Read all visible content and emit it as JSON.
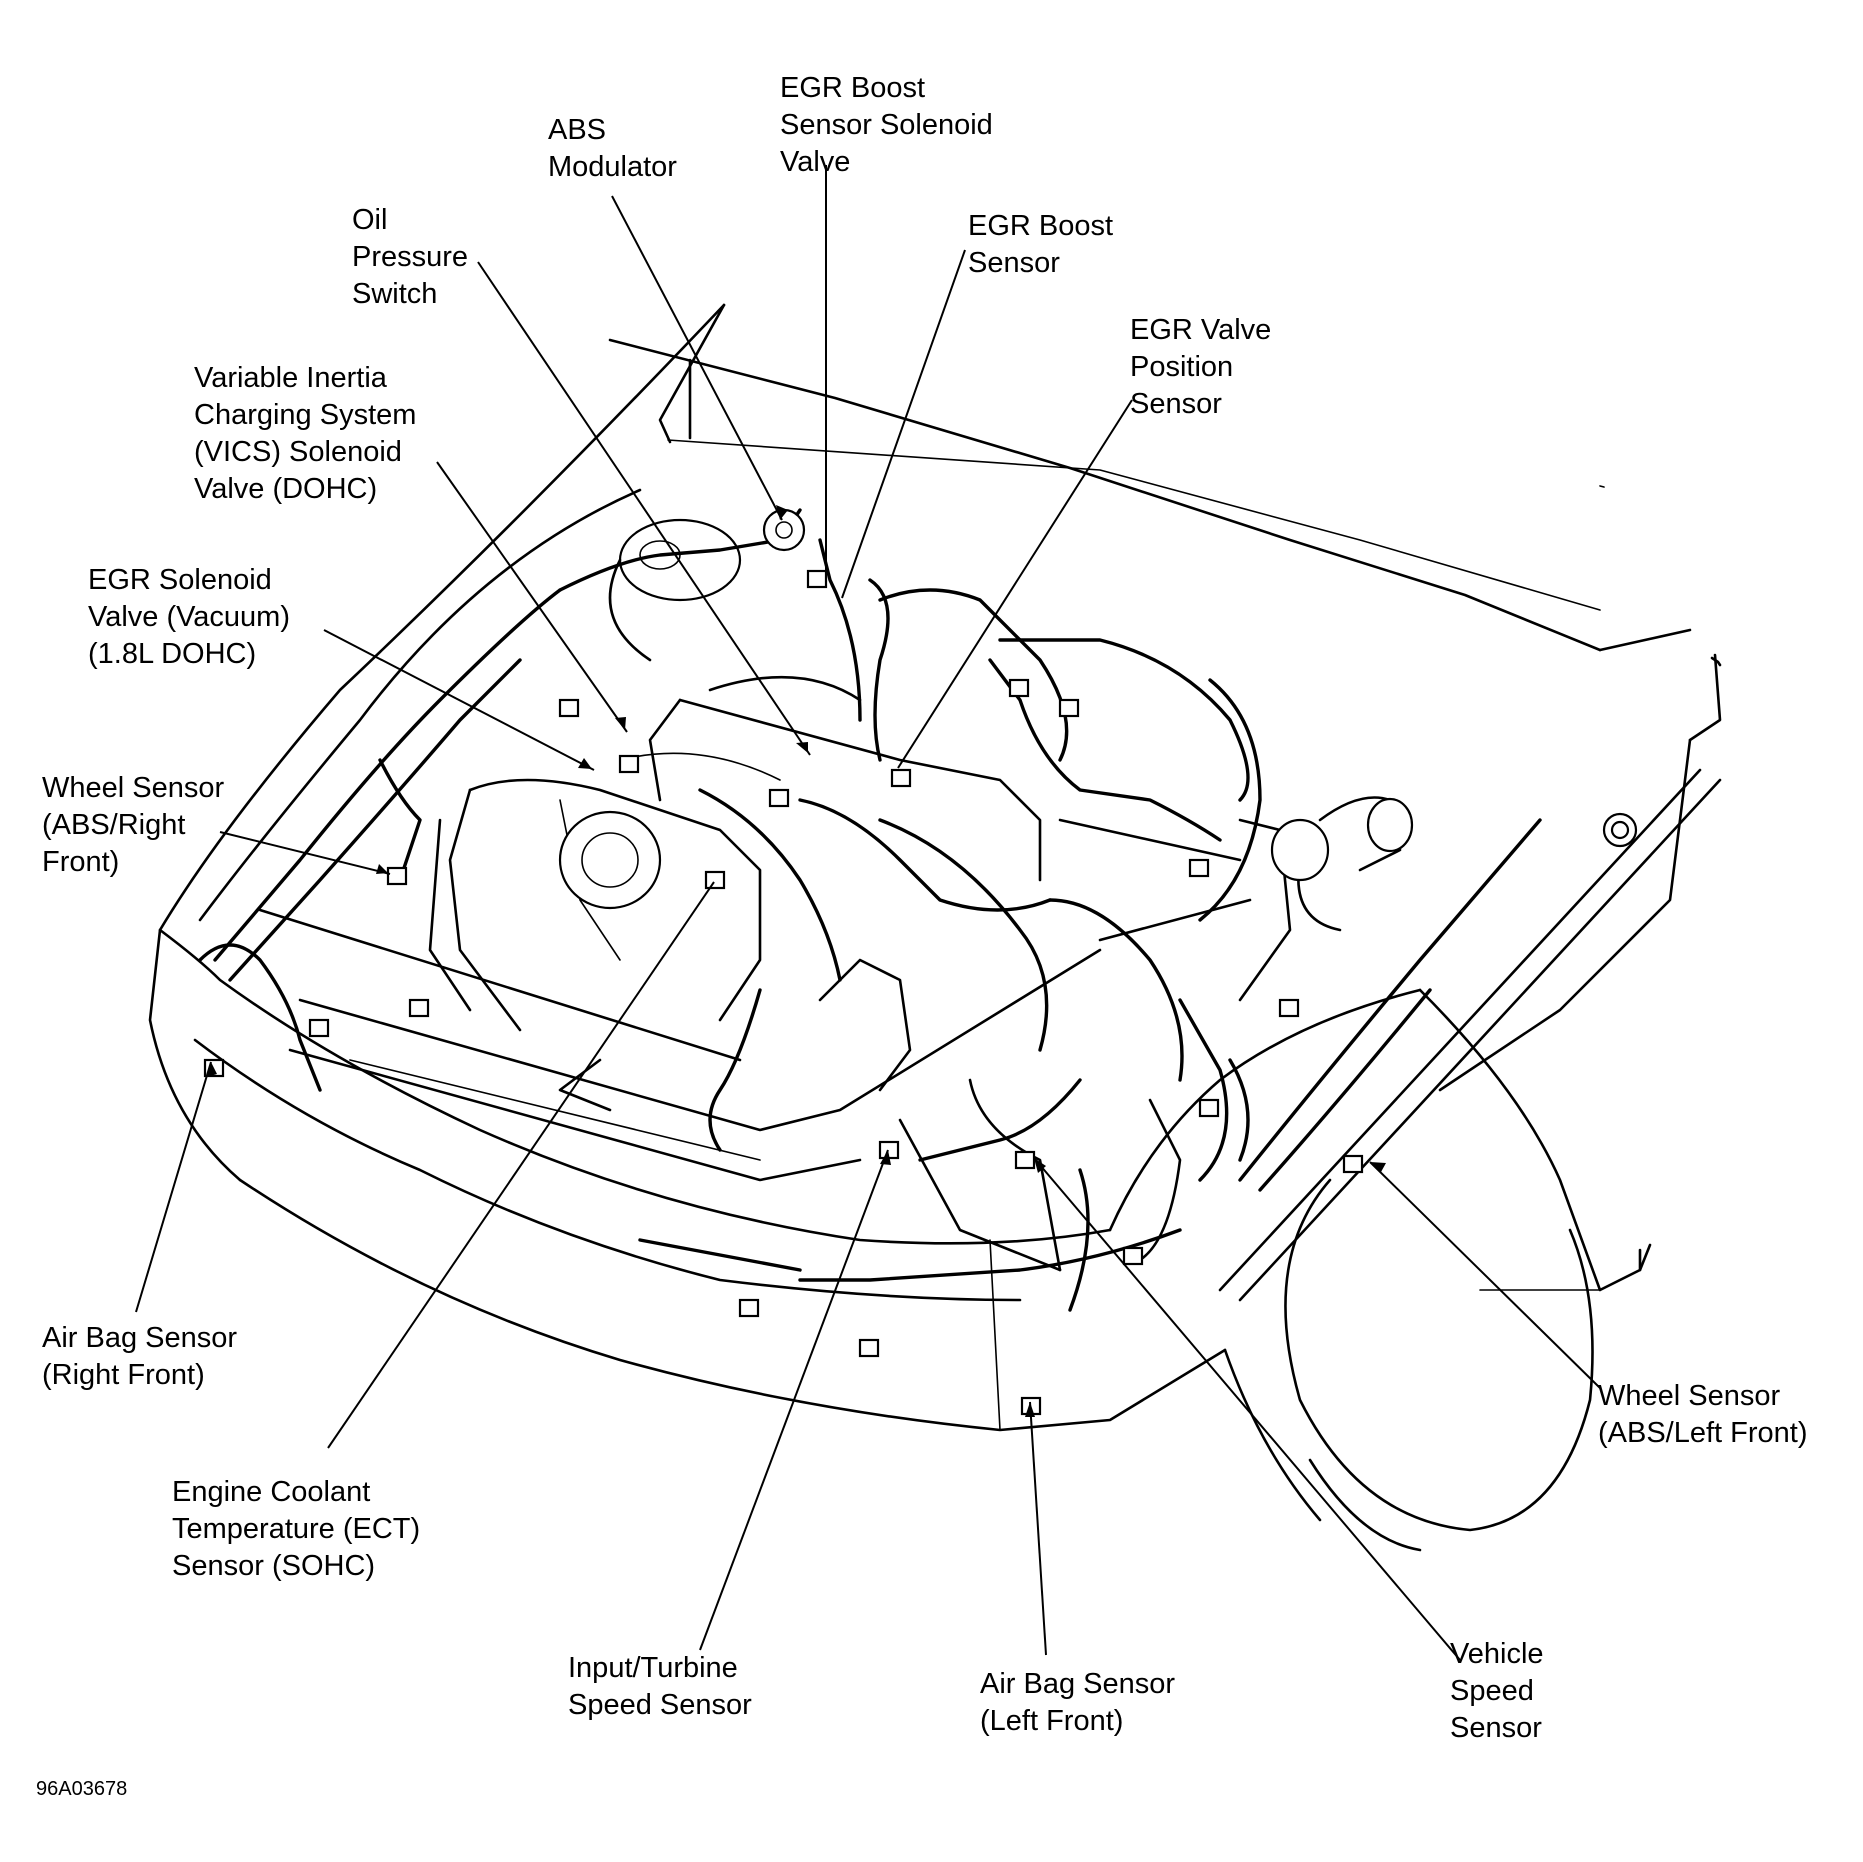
{
  "diagram": {
    "figure_id": "96A03678",
    "callouts": [
      {
        "id": "abs-modulator",
        "lines": [
          "ABS",
          "Modulator"
        ]
      },
      {
        "id": "egr-boost-sensor-solenoid-valve",
        "lines": [
          "EGR Boost",
          "Sensor Solenoid",
          "Valve"
        ]
      },
      {
        "id": "oil-pressure-switch",
        "lines": [
          "Oil",
          "Pressure",
          "Switch"
        ]
      },
      {
        "id": "egr-boost-sensor",
        "lines": [
          "EGR Boost",
          "Sensor"
        ]
      },
      {
        "id": "egr-valve-position-sensor",
        "lines": [
          "EGR Valve",
          "Position",
          "Sensor"
        ]
      },
      {
        "id": "vics-solenoid-valve",
        "lines": [
          "Variable Inertia",
          "Charging System",
          "(VICS) Solenoid",
          "Valve (DOHC)"
        ]
      },
      {
        "id": "egr-solenoid-valve-vacuum",
        "lines": [
          "EGR Solenoid",
          "Valve (Vacuum)",
          "(1.8L DOHC)"
        ]
      },
      {
        "id": "wheel-sensor-right-front",
        "lines": [
          "Wheel Sensor",
          "(ABS/Right",
          "Front)"
        ]
      },
      {
        "id": "air-bag-sensor-right-front",
        "lines": [
          "Air Bag Sensor",
          "(Right Front)"
        ]
      },
      {
        "id": "wheel-sensor-left-front",
        "lines": [
          "Wheel Sensor",
          "(ABS/Left Front)"
        ]
      },
      {
        "id": "ect-sensor",
        "lines": [
          "Engine Coolant",
          "Temperature (ECT)",
          "Sensor (SOHC)"
        ]
      },
      {
        "id": "input-turbine-speed-sensor",
        "lines": [
          "Input/Turbine",
          "Speed Sensor"
        ]
      },
      {
        "id": "air-bag-sensor-left-front",
        "lines": [
          "Air Bag Sensor",
          "(Left Front)"
        ]
      },
      {
        "id": "vehicle-speed-sensor",
        "lines": [
          "Vehicle",
          "Speed",
          "Sensor"
        ]
      }
    ]
  }
}
